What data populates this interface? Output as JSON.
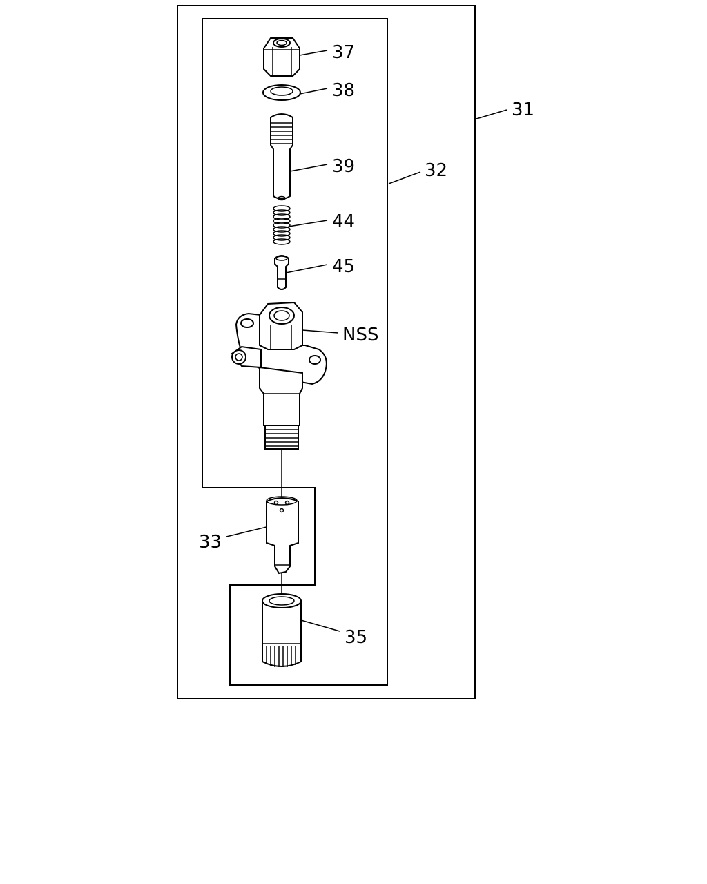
{
  "labels": {
    "p31": "31",
    "p32": "32",
    "p33": "33",
    "p35": "35",
    "p37": "37",
    "p38": "38",
    "p39": "39",
    "p44": "44",
    "p45": "45",
    "nss": "NSS"
  },
  "colors": {
    "line": "#000000",
    "background": "#ffffff"
  }
}
